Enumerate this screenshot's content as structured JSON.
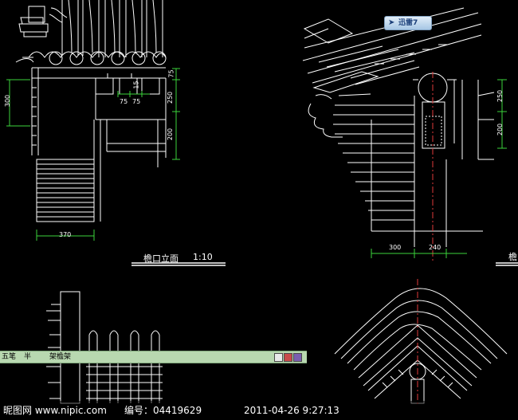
{
  "drawing": {
    "dims_left": {
      "d300": "300",
      "d75a": "75",
      "d250": "250",
      "d200": "200",
      "d75b": "75",
      "d75c": "75",
      "d15": "15",
      "d370": "370"
    },
    "dims_right": {
      "d250": "250",
      "d200": "200",
      "d300": "300",
      "d240": "240"
    },
    "title_text": "檐口立面",
    "scale_text": "1:10",
    "right_edge_text": "檐"
  },
  "ime_bar": {
    "seg1": "五笔",
    "seg2": "半",
    "seg3": "架檐架"
  },
  "badge": {
    "label": "迅雷7"
  },
  "footer": {
    "site": "昵图网 www.nipic.com",
    "id": "编号：04419629",
    "date": "2011-04-26 9:27:13"
  }
}
